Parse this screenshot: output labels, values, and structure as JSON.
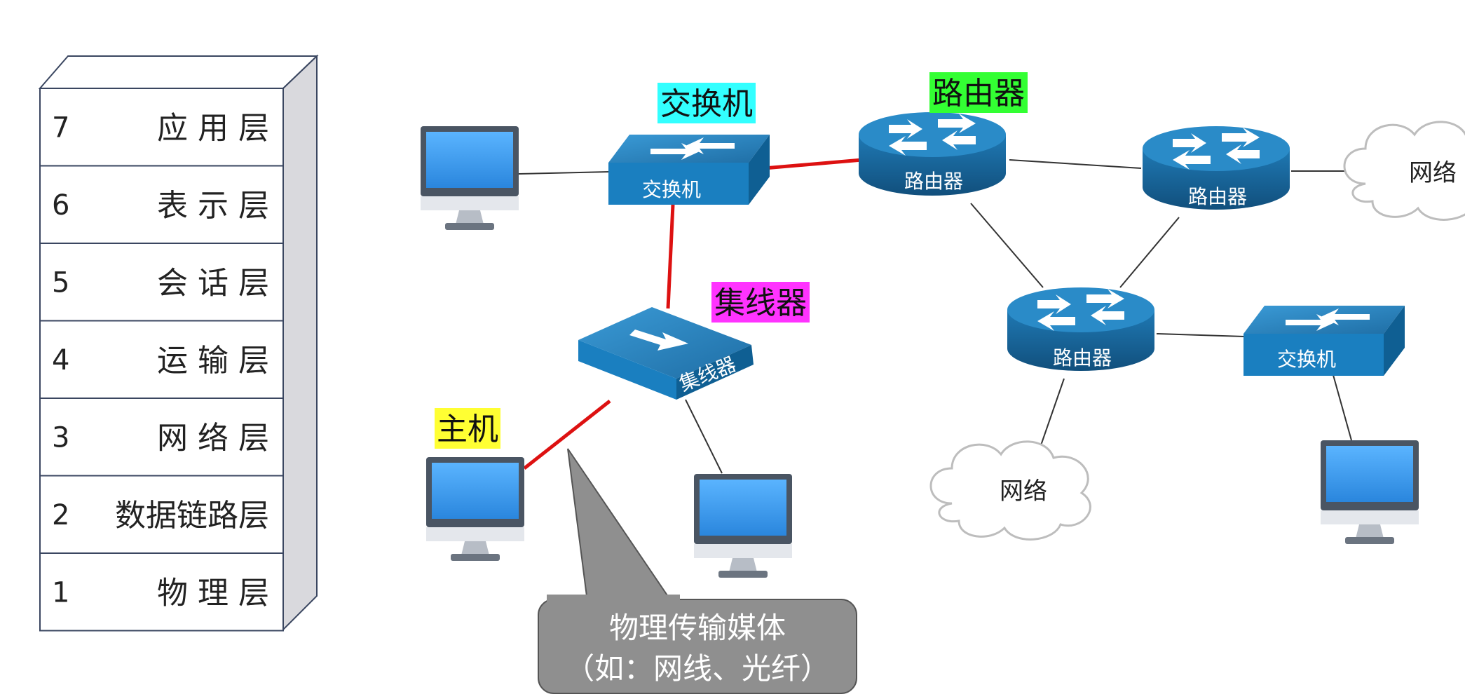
{
  "osi_stack": {
    "layers": [
      {
        "num": "7",
        "name": "应 用 层"
      },
      {
        "num": "6",
        "name": "表 示 层"
      },
      {
        "num": "5",
        "name": "会 话 层"
      },
      {
        "num": "4",
        "name": "运 输 层"
      },
      {
        "num": "3",
        "name": "网 络 层"
      },
      {
        "num": "2",
        "name": "数据链路层"
      },
      {
        "num": "1",
        "name": "物 理 层"
      }
    ]
  },
  "tags": {
    "switch": {
      "text": "交换机",
      "color": "#33ffff"
    },
    "router": {
      "text": "路由器",
      "color": "#33ff33"
    },
    "hub": {
      "text": "集线器",
      "color": "#ff33ff"
    },
    "host": {
      "text": "主机",
      "color": "#ffff33"
    }
  },
  "devices": {
    "switch_top_label": "交换机",
    "hub_label": "集线器",
    "router_top_left_label": "路由器",
    "router_top_right_label": "路由器",
    "router_middle_label": "路由器",
    "switch_right_label": "交换机"
  },
  "clouds": {
    "right_label": "网络",
    "bottom_label": "网络"
  },
  "callout": {
    "line1": "物理传输媒体",
    "line2": "（如：网线、光纤）"
  },
  "colors": {
    "device_blue": "#1a6fa3",
    "device_top": "#2a86bf",
    "physical_link": "#dd1111",
    "screen_blue": "#2f8fe0",
    "callout_gray": "#8f8f8f"
  }
}
